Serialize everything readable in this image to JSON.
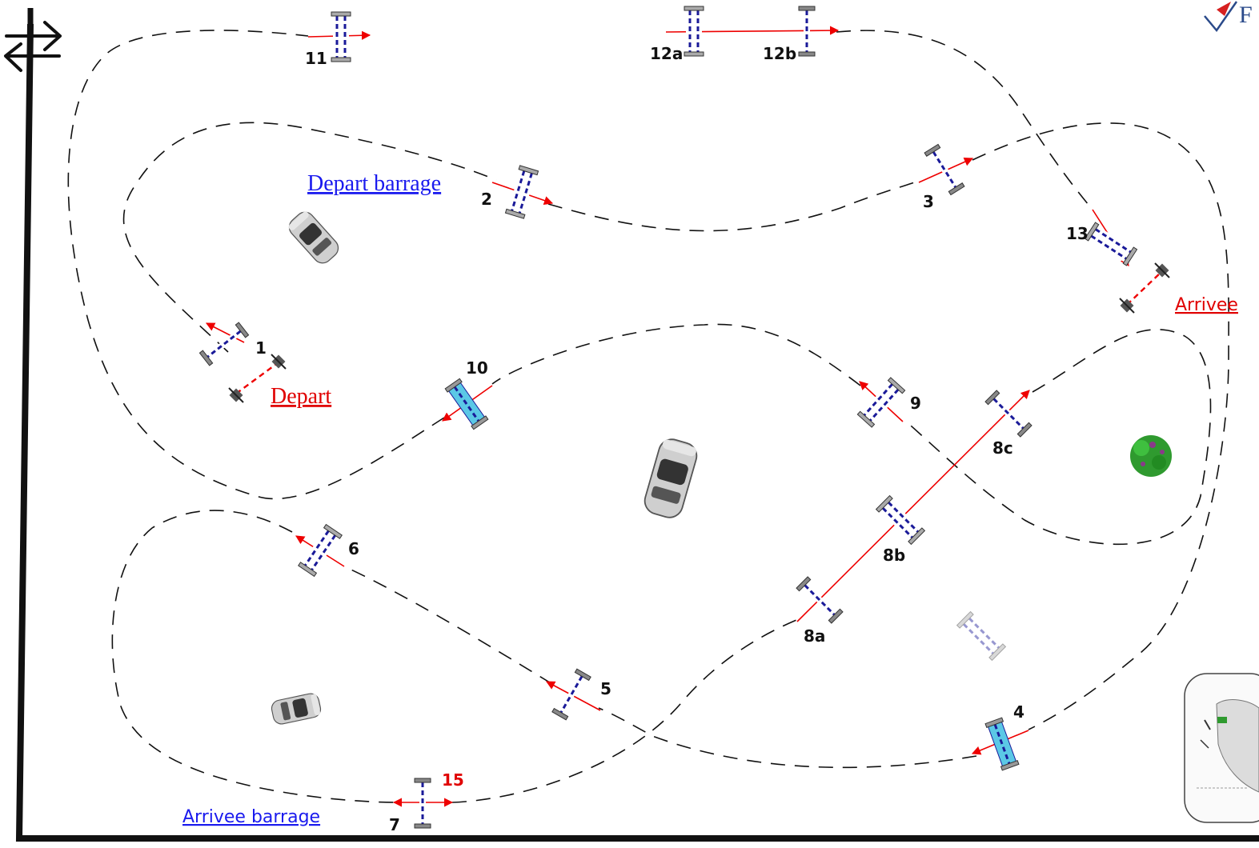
{
  "labels": {
    "depart_barrage": "Depart barrage",
    "depart": "Depart",
    "arrivee": "Arrivee",
    "arrivee_barrage": "Arrivee barrage",
    "logo_fragment": "F"
  },
  "obstacles": [
    {
      "id": "1",
      "type": "vertical"
    },
    {
      "id": "2",
      "type": "oxer"
    },
    {
      "id": "3",
      "type": "vertical"
    },
    {
      "id": "4",
      "type": "water"
    },
    {
      "id": "5",
      "type": "vertical"
    },
    {
      "id": "6",
      "type": "oxer"
    },
    {
      "id": "7",
      "type": "vertical"
    },
    {
      "id": "8a",
      "type": "vertical"
    },
    {
      "id": "8b",
      "type": "oxer"
    },
    {
      "id": "8c",
      "type": "vertical"
    },
    {
      "id": "9",
      "type": "oxer"
    },
    {
      "id": "10",
      "type": "water"
    },
    {
      "id": "11",
      "type": "oxer"
    },
    {
      "id": "12a",
      "type": "oxer"
    },
    {
      "id": "12b",
      "type": "vertical"
    },
    {
      "id": "13",
      "type": "oxer"
    },
    {
      "id": "15",
      "type": "vertical",
      "color": "#e00000"
    }
  ],
  "colors": {
    "course_line": "#111111",
    "jump_direction": "#ee0000",
    "pole_stripe": "#1a1a99",
    "water": "#5bc8e6",
    "blue_label": "#1a1aee",
    "red_label": "#e00000"
  },
  "icons": [
    "entry-exit-arrows-icon",
    "car-icon",
    "tree-icon",
    "course-map-thumbnail-icon",
    "start-flag-icon",
    "finish-flag-icon",
    "logo-icon"
  ]
}
